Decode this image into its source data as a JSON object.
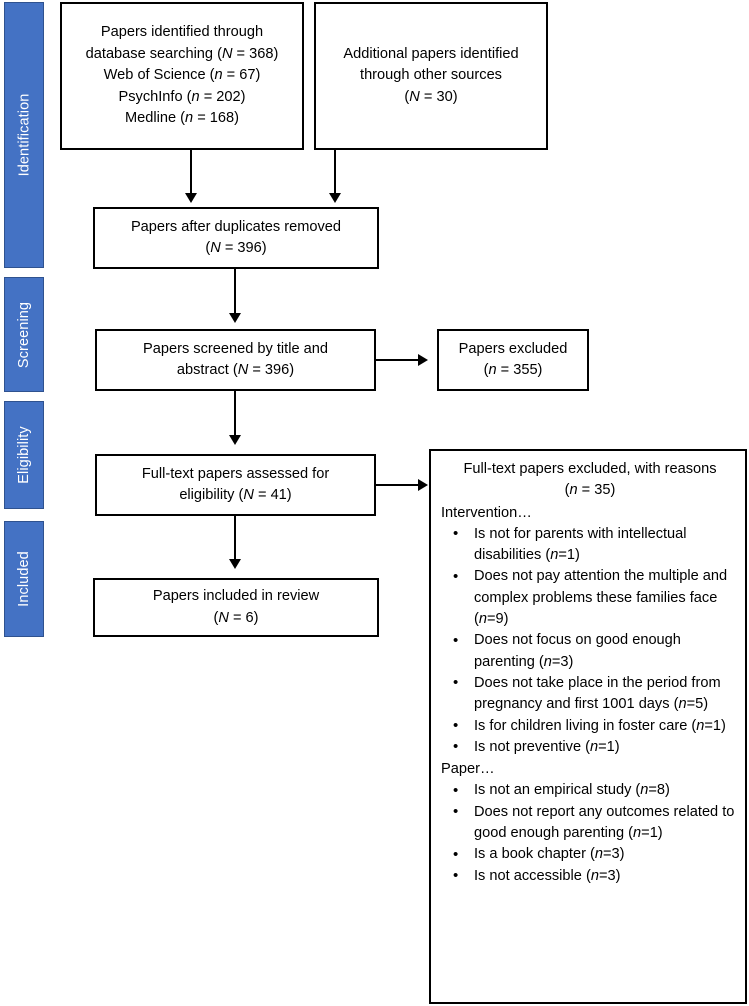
{
  "figure": {
    "type": "prisma-flow-diagram",
    "accent_color": "#4472C4",
    "line_color": "#000000",
    "background": "#ffffff"
  },
  "stages": [
    {
      "label": "Identification"
    },
    {
      "label": "Screening"
    },
    {
      "label": "Eligibility"
    },
    {
      "label": "Included"
    }
  ],
  "boxes": {
    "database_search": {
      "lines": [
        "Papers identified through",
        "database searching (N = 368)",
        "Web of Science (n = 67)",
        "PsychInfo (n = 202)",
        "Medline (n = 168)"
      ]
    },
    "other_sources": {
      "lines": [
        "Additional papers identified",
        "through other sources",
        "(N = 30)"
      ]
    },
    "duplicates_removed": {
      "lines": [
        "Papers after duplicates removed",
        "(N = 396)"
      ]
    },
    "screened": {
      "lines": [
        "Papers screened by title and",
        "abstract (N = 396)"
      ]
    },
    "excluded_screening": {
      "lines": [
        "Papers excluded",
        "(n = 355)"
      ]
    },
    "fulltext_assessed": {
      "lines": [
        "Full-text papers assessed for",
        "eligibility (N = 41)"
      ]
    },
    "included": {
      "lines": [
        "Papers included in review",
        "(N = 6)"
      ]
    },
    "excluded_reasons": {
      "heading_line1": "Full-text papers excluded, with reasons",
      "heading_line2": "(n = 35)",
      "group1_label": "Intervention…",
      "group1_items": [
        "Is not for parents with intellectual disabilities (n=1)",
        "Does not pay attention the multiple and complex problems these families face (n=9)",
        "Does not focus on good enough parenting (n=3)",
        "Does not take place in the period from pregnancy and first 1001 days (n=5)",
        "Is for children living in foster care (n=1)",
        "Is not preventive (n=1)"
      ],
      "group2_label": "Paper…",
      "group2_items": [
        "Is not an empirical study (n=8)",
        "Does not report any outcomes related to good enough parenting (n=1)",
        "Is a book chapter (n=3)",
        "Is not accessible (n=3)"
      ],
      "bullet_glyph": "•"
    }
  },
  "chart_data": {
    "type": "diagram",
    "title": "PRISMA flow diagram",
    "stages": [
      "Identification",
      "Screening",
      "Eligibility",
      "Included"
    ],
    "nodes": [
      {
        "id": "database_search",
        "stage": "Identification",
        "label": "Papers identified through database searching",
        "N": 368,
        "breakdown": [
          {
            "source": "Web of Science",
            "n": 67
          },
          {
            "source": "PsychInfo",
            "n": 202
          },
          {
            "source": "Medline",
            "n": 168
          }
        ]
      },
      {
        "id": "other_sources",
        "stage": "Identification",
        "label": "Additional papers identified through other sources",
        "N": 30
      },
      {
        "id": "duplicates_removed",
        "stage": "Identification",
        "label": "Papers after duplicates removed",
        "N": 396
      },
      {
        "id": "screened",
        "stage": "Screening",
        "label": "Papers screened by title and abstract",
        "N": 396
      },
      {
        "id": "excluded_screening",
        "stage": "Screening",
        "label": "Papers excluded",
        "n": 355
      },
      {
        "id": "fulltext_assessed",
        "stage": "Eligibility",
        "label": "Full-text papers assessed for eligibility",
        "N": 41
      },
      {
        "id": "excluded_reasons",
        "stage": "Eligibility",
        "label": "Full-text papers excluded, with reasons",
        "n": 35,
        "reasons": [
          {
            "group": "Intervention…",
            "reason": "Is not for parents with intellectual disabilities",
            "n": 1
          },
          {
            "group": "Intervention…",
            "reason": "Does not pay attention the multiple and complex problems these families face",
            "n": 9
          },
          {
            "group": "Intervention…",
            "reason": "Does not focus on good enough parenting",
            "n": 3
          },
          {
            "group": "Intervention…",
            "reason": "Does not take place in the period from pregnancy and first 1001 days",
            "n": 5
          },
          {
            "group": "Intervention…",
            "reason": "Is for children living in foster care",
            "n": 1
          },
          {
            "group": "Intervention…",
            "reason": "Is not preventive",
            "n": 1
          },
          {
            "group": "Paper…",
            "reason": "Is not an empirical study",
            "n": 8
          },
          {
            "group": "Paper…",
            "reason": "Does not report any outcomes related to good enough parenting",
            "n": 1
          },
          {
            "group": "Paper…",
            "reason": "Is a book chapter",
            "n": 3
          },
          {
            "group": "Paper…",
            "reason": "Is not accessible",
            "n": 3
          }
        ]
      },
      {
        "id": "included",
        "stage": "Included",
        "label": "Papers included in review",
        "N": 6
      }
    ],
    "edges": [
      {
        "from": "database_search",
        "to": "duplicates_removed"
      },
      {
        "from": "other_sources",
        "to": "duplicates_removed"
      },
      {
        "from": "duplicates_removed",
        "to": "screened"
      },
      {
        "from": "screened",
        "to": "excluded_screening"
      },
      {
        "from": "screened",
        "to": "fulltext_assessed"
      },
      {
        "from": "fulltext_assessed",
        "to": "excluded_reasons"
      },
      {
        "from": "fulltext_assessed",
        "to": "included"
      }
    ]
  }
}
